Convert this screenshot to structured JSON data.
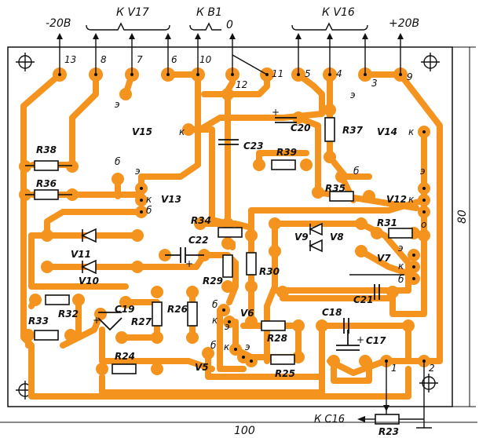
{
  "top_labels": {
    "minus20": "-20В",
    "k_v17": "К V17",
    "k_b1": "К В1",
    "zero": "0",
    "k_v16": "К V16",
    "plus20": "+20В"
  },
  "pins": {
    "p13": "13",
    "p8": "8",
    "p7": "7",
    "p6": "6",
    "p10": "10",
    "p12": "12",
    "p11": "11",
    "p5": "5",
    "p4": "4",
    "p3": "3",
    "p9": "9",
    "p1": "1",
    "p2": "2"
  },
  "components": {
    "V15": "V15",
    "V14": "V14",
    "V13": "V13",
    "V12": "V12",
    "V11": "V11",
    "V10": "V10",
    "V9": "V9",
    "V8": "V8",
    "V7": "V7",
    "V6": "V6",
    "V5": "V5",
    "R38": "R38",
    "R36": "R36",
    "R39": "R39",
    "R37": "R37",
    "R35": "R35",
    "R34": "R34",
    "R31": "R31",
    "R33": "R33",
    "R32": "R32",
    "R29": "R29",
    "R30": "R30",
    "R27": "R27",
    "R26": "R26",
    "R28": "R28",
    "R25": "R25",
    "R24": "R24",
    "R23": "R23",
    "C20": "C20",
    "C23": "C23",
    "C22": "C22",
    "C19": "C19",
    "C21": "C21",
    "C18": "C18",
    "C17": "C17"
  },
  "terminal_letters": {
    "e": "э",
    "k": "к",
    "b": "б",
    "plus": "+",
    "o": "o"
  },
  "bottom": {
    "k_c16": "К С16",
    "width_dim": "100",
    "height_dim": "80"
  }
}
